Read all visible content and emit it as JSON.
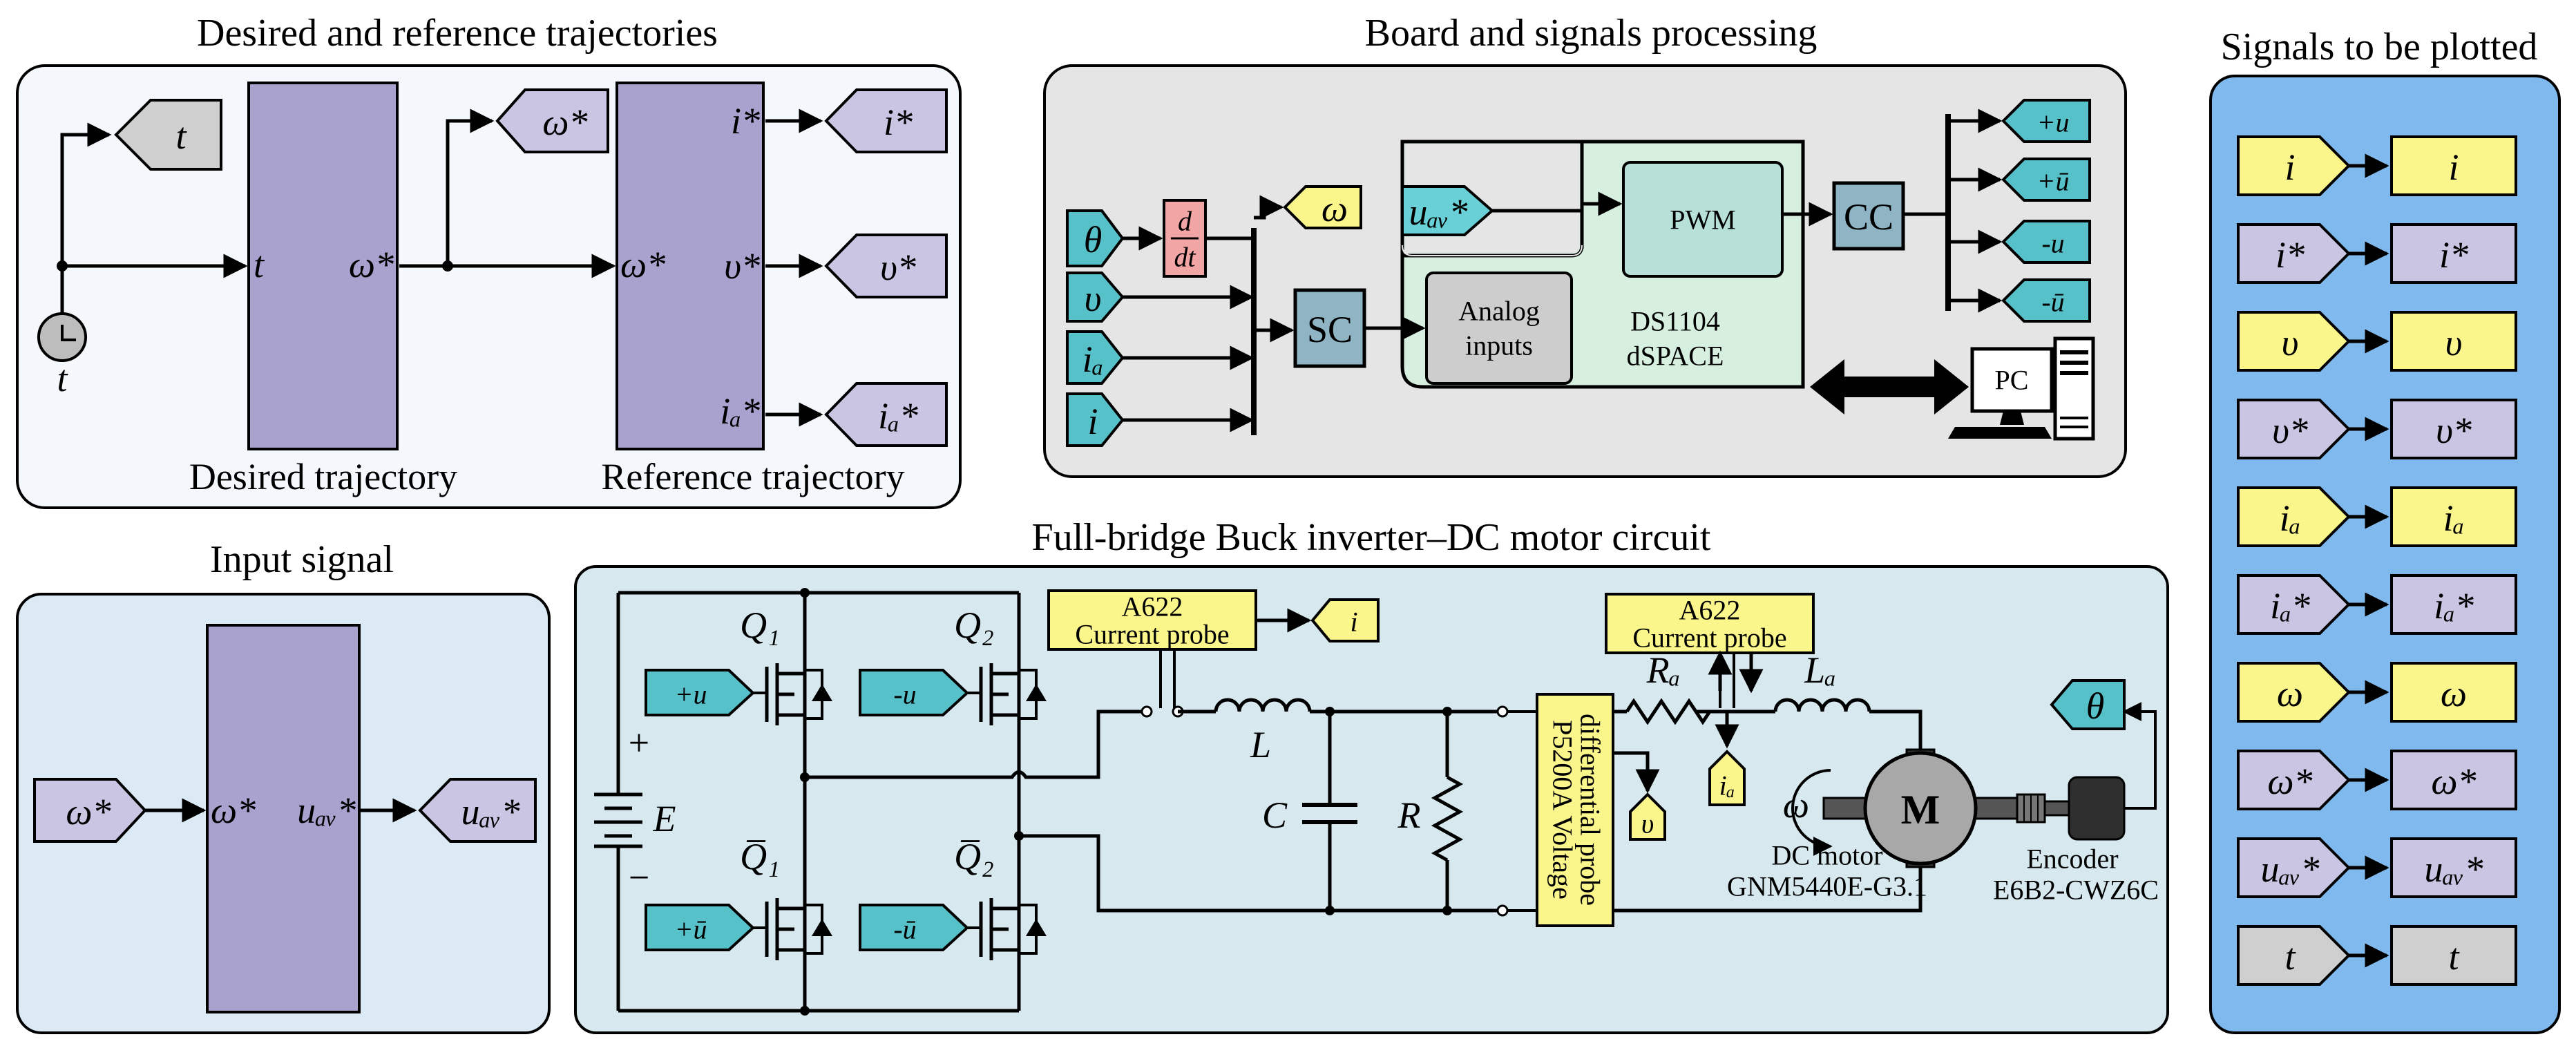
{
  "titles": {
    "desired_reference": "Desired and reference trajectories",
    "board": "Board and signals processing",
    "plotted": "Signals to be plotted",
    "input": "Input signal",
    "circuit": "Full-bridge Buck inverter–DC motor circuit"
  },
  "trajectories": {
    "clock_label": "t",
    "tag_t": "t",
    "tag_omega_star": "ω*",
    "tag_i_star": "i*",
    "tag_v_star": "υ*",
    "tag_ia_star": "iₐ*",
    "desired_block": {
      "input": "t",
      "output": "ω*",
      "caption": "Desired trajectory"
    },
    "reference_block": {
      "input": "ω*",
      "outputs": [
        "i*",
        "υ*",
        "iₐ*"
      ],
      "caption": "Reference trajectory"
    }
  },
  "input_signal": {
    "in_tag": "ω*",
    "block_in": "ω*",
    "block_out": "uₐᵥ*",
    "out_tag": "uₐᵥ*"
  },
  "board": {
    "in_theta": "θ",
    "in_v": "υ",
    "in_ia": "iₐ",
    "in_i": "i",
    "deriv_num": "d",
    "deriv_den": "dt",
    "omega_out": "ω",
    "uav_in": "uₐᵥ*",
    "sc": "SC",
    "analog_line1": "Analog",
    "analog_line2": "inputs",
    "pwm": "PWM",
    "cc": "CC",
    "ds_line1": "DS1104",
    "ds_line2": "dSPACE",
    "pc": "PC",
    "outputs": [
      "+u",
      "+ū",
      "-u",
      "-ū"
    ]
  },
  "circuit": {
    "q1": "Q₁",
    "q2": "Q₂",
    "q1b": "Q̅₁",
    "q2b": "Q̅₂",
    "gate_q1": "+u",
    "gate_q2": "-u",
    "gate_q1b": "+ū",
    "gate_q2b": "-ū",
    "plus": "+",
    "minus": "−",
    "source": "E",
    "probe1_line1": "A622",
    "probe1_line2": "Current probe",
    "probe1_tag": "i",
    "inductor": "L",
    "capacitor": "C",
    "resistor": "R",
    "vprobe_line1": "P5200A Voltage",
    "vprobe_line2": "differential probe",
    "vprobe_tag": "υ",
    "probe2_line1": "A622",
    "probe2_line2": "Current probe",
    "probe2_tag": "iₐ",
    "ra": "Rₐ",
    "la": "Lₐ",
    "motor": "M",
    "omega": "ω",
    "motor_line1": "DC motor",
    "motor_line2": "GNM5440E-G3.1",
    "encoder_line1": "Encoder",
    "encoder_line2": "E6B2-CWZ6C",
    "theta_tag": "θ"
  },
  "plotted": [
    {
      "from": "i",
      "to": "i",
      "color": "yellow"
    },
    {
      "from": "i*",
      "to": "i*",
      "color": "lavender"
    },
    {
      "from": "υ",
      "to": "υ",
      "color": "yellow"
    },
    {
      "from": "υ*",
      "to": "υ*",
      "color": "lavender"
    },
    {
      "from": "iₐ",
      "to": "iₐ",
      "color": "yellow"
    },
    {
      "from": "iₐ*",
      "to": "iₐ*",
      "color": "lavender"
    },
    {
      "from": "ω",
      "to": "ω",
      "color": "yellow"
    },
    {
      "from": "ω*",
      "to": "ω*",
      "color": "lavender"
    },
    {
      "from": "uₐᵥ*",
      "to": "uₐᵥ*",
      "color": "lavender"
    },
    {
      "from": "t",
      "to": "t",
      "color": "gray"
    }
  ],
  "colors": {
    "block_purple": "#a9a2cf",
    "tag_lavender": "#cac5e3",
    "tag_gray": "#cfcfcf",
    "tag_yellow": "#fbf68b",
    "tag_cyan": "#57c1c9",
    "tag_cyan_light": "#68d0d6",
    "tag_sky": "#6ec6e4",
    "deriv_pink": "#f2a5a5",
    "panel_traj": "#f4f7fb",
    "panel_board": "#e5e5e5",
    "panel_board_inner": "#d6efdf",
    "panel_input": "#dbeaf4",
    "panel_circuit": "#d7e9ef",
    "panel_plotted": "#7fb9ee",
    "pwm_box": "#b6e0d8",
    "analog_box": "#cdcdcd",
    "sc_box": "#8fb4c3"
  }
}
